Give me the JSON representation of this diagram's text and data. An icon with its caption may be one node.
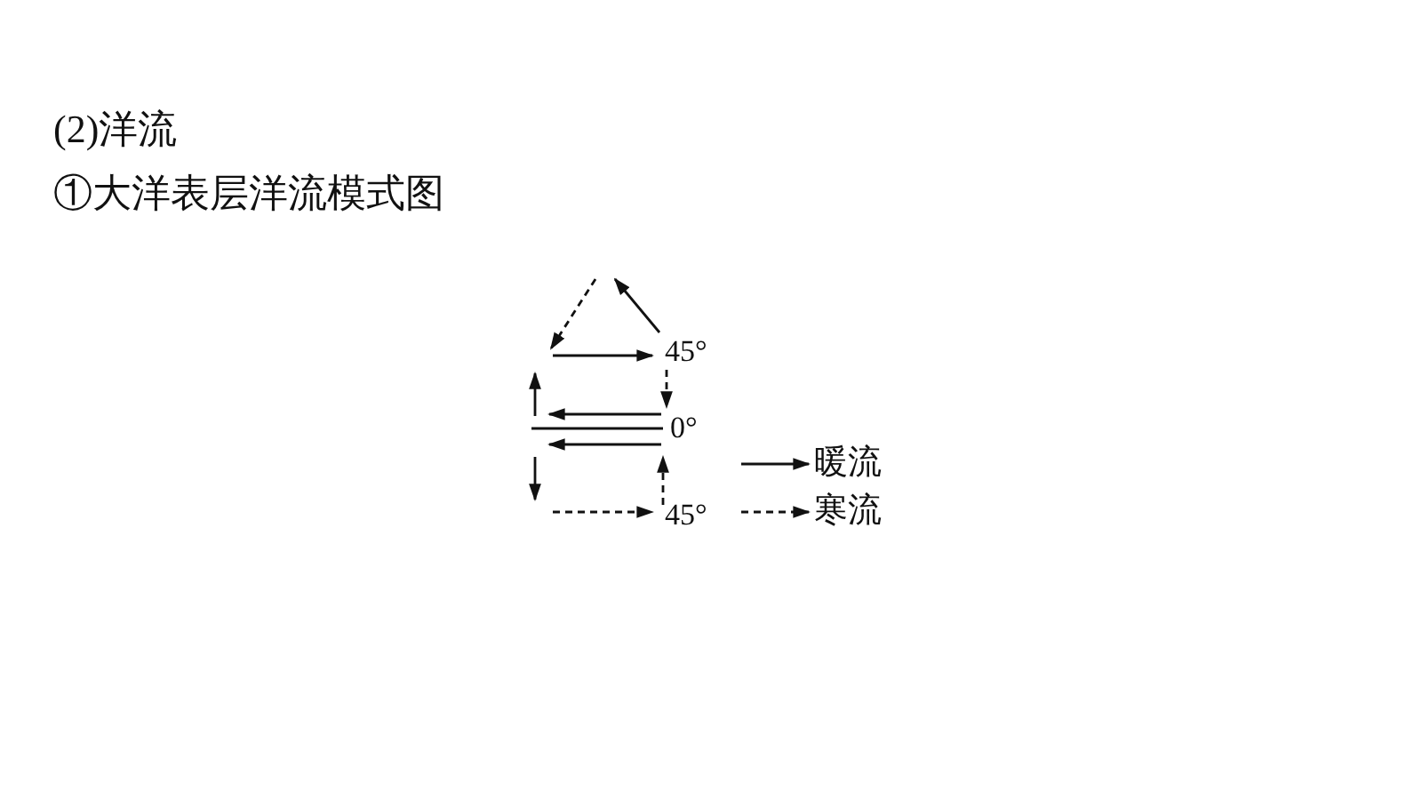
{
  "diagram": {
    "title": "(2)洋流",
    "labels": [
      "①大洋表层洋流模式图",
      "45°",
      "0°",
      "45°"
    ],
    "legend": [
      {
        "text": "暖流"
      },
      {
        "text": "寒流"
      }
    ]
  }
}
